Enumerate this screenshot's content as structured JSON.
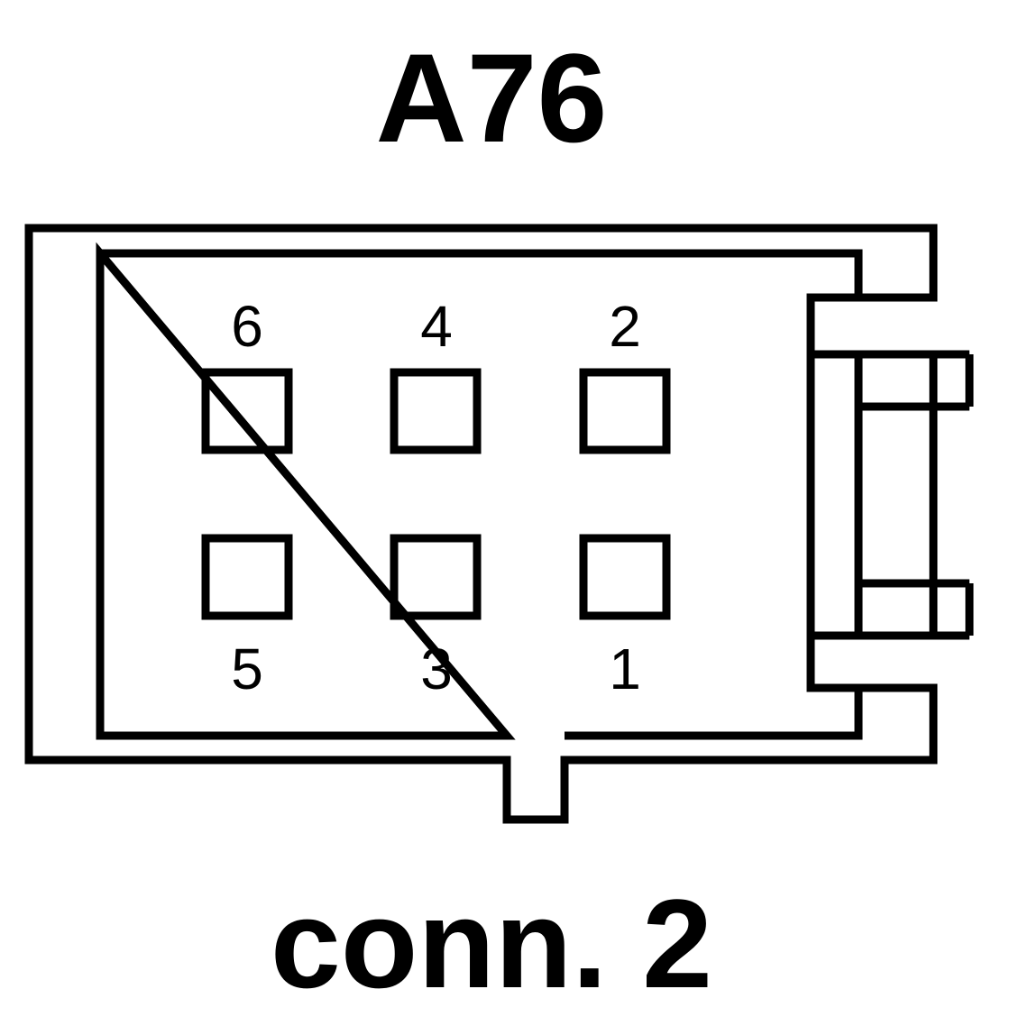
{
  "connector": {
    "title": "A76",
    "subtitle": "conn. 2"
  },
  "pins": [
    {
      "number": "6"
    },
    {
      "number": "4"
    },
    {
      "number": "2"
    },
    {
      "number": "5"
    },
    {
      "number": "3"
    },
    {
      "number": "1"
    }
  ],
  "colors": {
    "line": "#000000",
    "background": "#ffffff"
  }
}
